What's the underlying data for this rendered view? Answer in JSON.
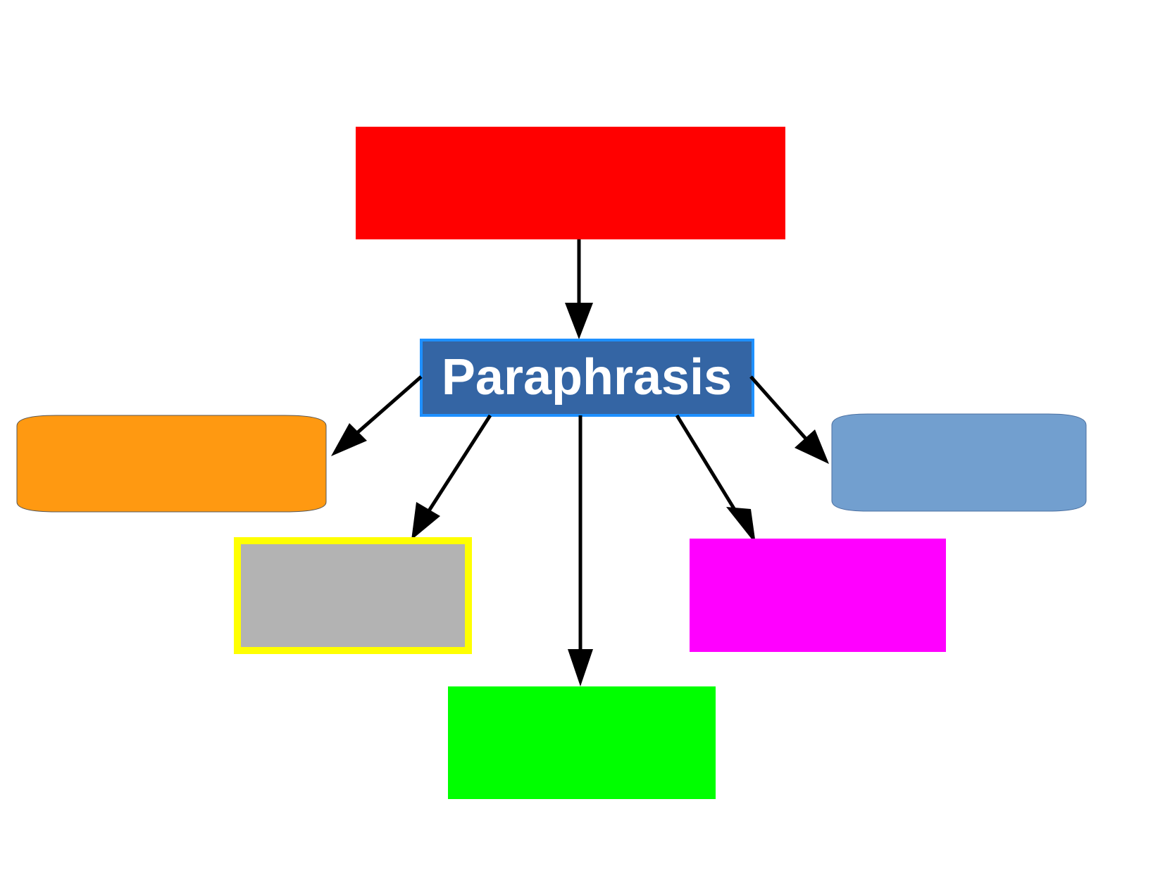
{
  "diagram": {
    "center": {
      "label": "Paraphrasis",
      "fill": "#3465a4",
      "border": "#1e90ff",
      "text_color": "#ffffff"
    },
    "nodes": [
      {
        "id": "top",
        "fill": "#ff0000"
      },
      {
        "id": "left-rounded",
        "fill": "#ff9911"
      },
      {
        "id": "gray",
        "fill": "#b3b3b3",
        "border": "#ffff00"
      },
      {
        "id": "green",
        "fill": "#00ff00"
      },
      {
        "id": "magenta",
        "fill": "#ff00ff"
      },
      {
        "id": "right-rounded",
        "fill": "#729fcf"
      }
    ],
    "arrow_color": "#000000"
  }
}
